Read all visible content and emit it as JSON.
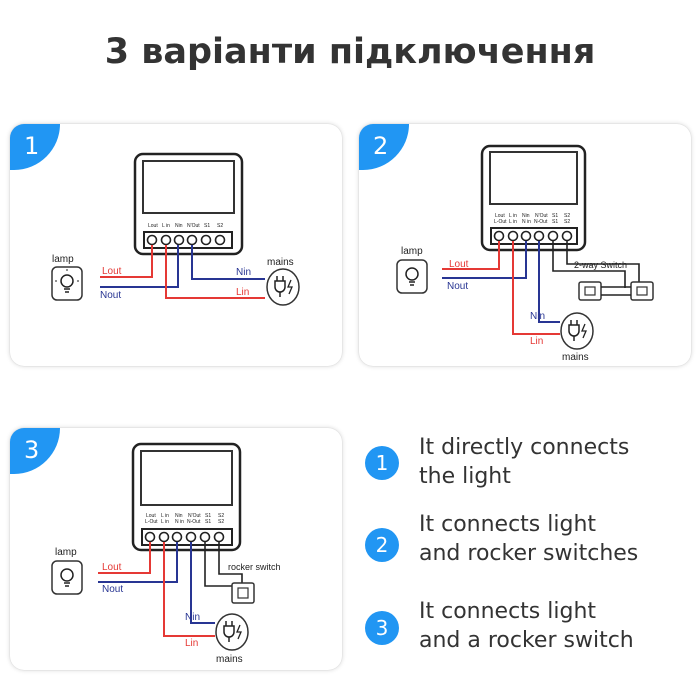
{
  "title": "3 варіанти підключення",
  "panels": [
    {
      "number": "1",
      "terminals": [
        "Lout",
        "L in",
        "Nin",
        "N'Out",
        "S1",
        "S2"
      ],
      "lamp": "lamp",
      "mains": "mains",
      "wires": {
        "lout": "Lout",
        "nout": "Nout",
        "nin": "Nin",
        "lin": "Lin"
      },
      "lamp_icon": "lightbulb-icon",
      "mains_icon": "plug-icon"
    },
    {
      "number": "2",
      "terminals": [
        "Lout",
        "L in",
        "Nin",
        "N'Out",
        "S1",
        "S2"
      ],
      "terminals_sub": [
        "L-Out",
        "L in",
        "N in",
        "N-Out",
        "S1",
        "S2"
      ],
      "lamp": "lamp",
      "mains": "mains",
      "switch": "2-way Switch",
      "wires": {
        "lout": "Lout",
        "nout": "Nout",
        "nin": "Nin",
        "lin": "Lin"
      },
      "lamp_icon": "lightbulb-icon",
      "mains_icon": "plug-icon"
    },
    {
      "number": "3",
      "terminals": [
        "Lout",
        "L in",
        "Nin",
        "N'Out",
        "S1",
        "S2"
      ],
      "terminals_sub": [
        "L-Out",
        "L in",
        "N in",
        "N-Out",
        "S1",
        "S2"
      ],
      "lamp": "lamp",
      "mains": "mains",
      "switch": "rocker switch",
      "wires": {
        "lout": "Lout",
        "nout": "Nout",
        "nin": "Nin",
        "lin": "Lin"
      },
      "lamp_icon": "lightbulb-icon",
      "mains_icon": "plug-icon"
    }
  ],
  "legend": [
    {
      "number": "1",
      "line1": "It directly connects",
      "line2": "the light"
    },
    {
      "number": "2",
      "line1": "It connects light",
      "line2": "and rocker switches"
    },
    {
      "number": "3",
      "line1": "It connects light",
      "line2": "and a rocker switch"
    }
  ],
  "colors": {
    "accent": "#2196f3",
    "live": "#e53935",
    "neutral": "#283593"
  }
}
